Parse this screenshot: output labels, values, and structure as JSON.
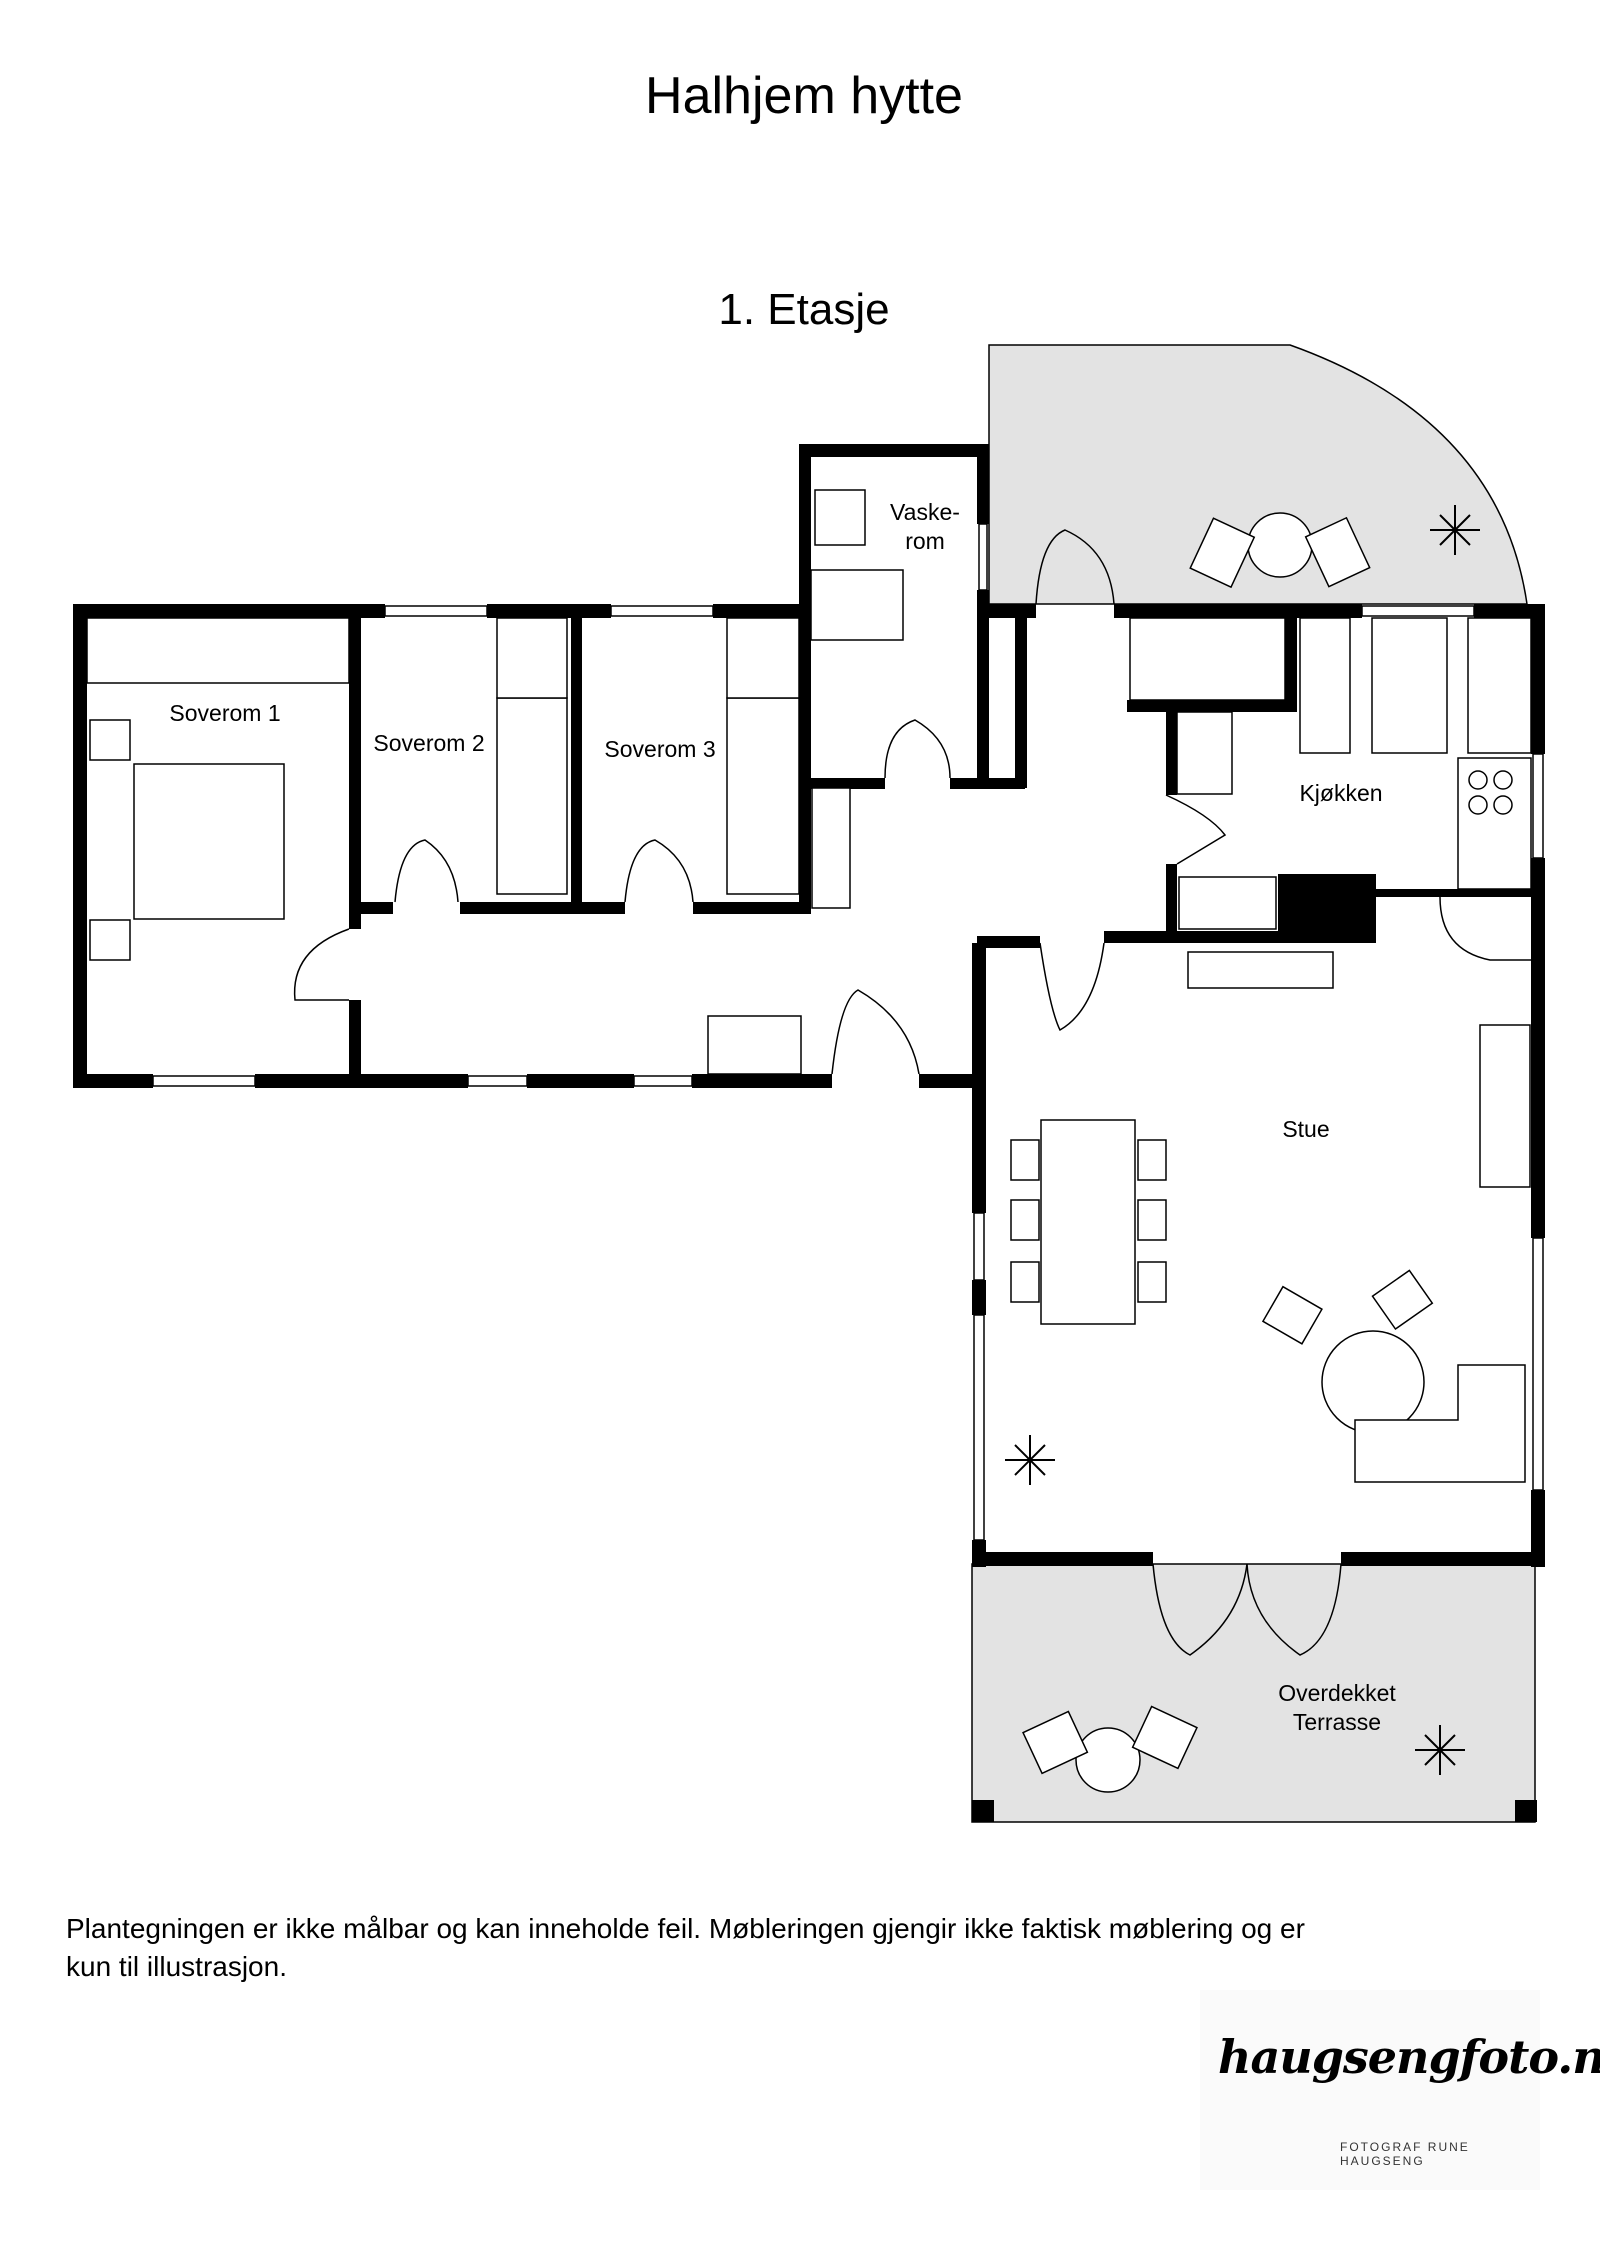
{
  "title": "Halhjem hytte",
  "floor": "1. Etasje",
  "rooms": {
    "soverom1": "Soverom 1",
    "soverom2": "Soverom 2",
    "soverom3": "Soverom 3",
    "vaskerom_line1": "Vaske-",
    "vaskerom_line2": "rom",
    "kjokken": "Kjøkken",
    "stue": "Stue",
    "terrasse_line1": "Overdekket",
    "terrasse_line2": "Terrasse"
  },
  "disclaimer": "Plantegningen er ikke målbar og kan inneholde feil. Møbleringen gjengir ikke faktisk møblering og er kun til illustrasjon.",
  "logo": {
    "name": "haugsengfoto.no",
    "tagline": "FOTOGRAF RUNE HAUGSENG"
  },
  "colors": {
    "wall": "#000000",
    "outdoor": "#e3e3e3"
  }
}
